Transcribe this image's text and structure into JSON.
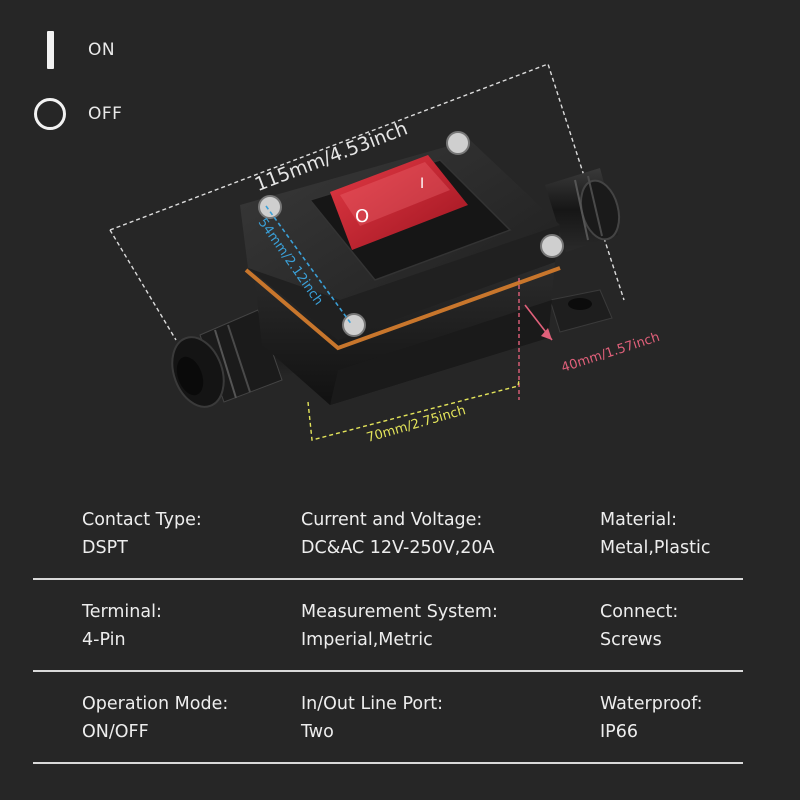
{
  "legend": {
    "on_label": "ON",
    "off_label": "OFF"
  },
  "dimensions": {
    "length": "115mm/4.53inch",
    "height": "54mm/2.12inch",
    "depth": "40mm/1.57inch",
    "width": "70mm/2.75inch",
    "colors": {
      "length": "#dddddd",
      "height": "#3aa0d8",
      "depth": "#e0607a",
      "width": "#e3e45a"
    }
  },
  "switch": {
    "off_symbol": "O",
    "on_symbol": "I",
    "rocker_color": "#c8202e",
    "body_color": "#1a1a1a",
    "seal_color": "#c8762c"
  },
  "specs": [
    [
      {
        "label": "Contact Type:",
        "value": "DSPT"
      },
      {
        "label": "Current and Voltage:",
        "value": "DC&AC 12V-250V,20A"
      },
      {
        "label": "Material:",
        "value": "Metal,Plastic"
      }
    ],
    [
      {
        "label": "Terminal:",
        "value": "4-Pin"
      },
      {
        "label": "Measurement System:",
        "value": "Imperial,Metric"
      },
      {
        "label": "Connect:",
        "value": "Screws"
      }
    ],
    [
      {
        "label": "Operation Mode:",
        "value": "ON/OFF"
      },
      {
        "label": "In/Out Line Port:",
        "value": "Two"
      },
      {
        "label": "Waterproof:",
        "value": "IP66"
      }
    ]
  ]
}
